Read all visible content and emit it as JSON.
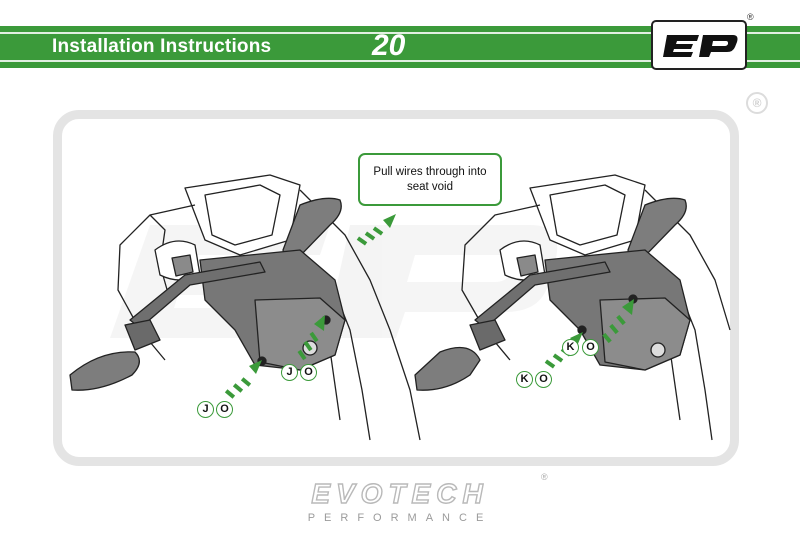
{
  "header": {
    "title": "Installation Instructions",
    "page_number": "20",
    "logo_text": "EP",
    "registered_mark": "®"
  },
  "colors": {
    "accent": "#3b9a3a",
    "frame": "#e4e4e4",
    "line_art": "#222222",
    "part_fill": "#7d7d7d"
  },
  "callout": {
    "text": "Pull wires through into seat void"
  },
  "labels": {
    "left_bottom": [
      "J",
      "O"
    ],
    "left_upper": [
      "J",
      "O"
    ],
    "right_upper": [
      "K",
      "O"
    ],
    "right_lower": [
      "K",
      "O"
    ]
  },
  "watermark": {
    "registered": "®"
  },
  "footer": {
    "brand": "EVOTECH",
    "brand_tm": "®",
    "subtitle": "PERFORMANCE"
  }
}
